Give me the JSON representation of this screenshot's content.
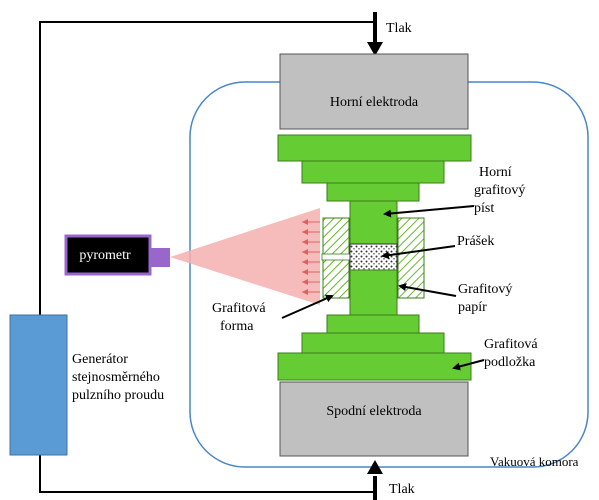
{
  "pressure_top": "Tlak",
  "pressure_bottom": "Tlak",
  "top_electrode": "Horní elektroda",
  "bottom_electrode": "Spodní elektroda",
  "pyrometer": "pyrometr",
  "generator": [
    "Generátor",
    "stejnosměrného",
    "pulzního proudu"
  ],
  "upper_piston": [
    "Horní",
    "grafitový",
    "píst"
  ],
  "powder": "Prášek",
  "graphite_paper": [
    "Grafitový",
    "papír"
  ],
  "graphite_die": [
    "Grafitová",
    "forma"
  ],
  "graphite_base": [
    "Grafitová",
    "podložka"
  ],
  "vacuum_chamber": "Vakuová komora",
  "colors": {
    "electrode": "#c0c0c0",
    "graphite": "#66cc33",
    "generator": "#5b9bd5",
    "chamber_border": "#4a86c5",
    "pyrometer_body": "#000000",
    "pyrometer_lens": "#9966cc",
    "beam": "#f4b0b0",
    "heat_arrows": "#e06060"
  }
}
